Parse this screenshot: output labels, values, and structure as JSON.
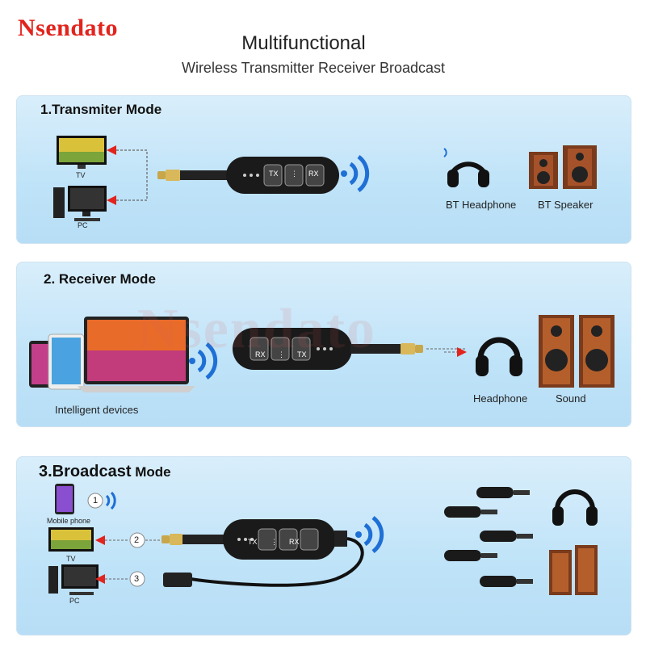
{
  "brand": "Nsendato",
  "header": {
    "title": "Multifunctional",
    "subtitle": "Wireless Transmitter Receiver Broadcast"
  },
  "watermark": "Nsendato",
  "modes": [
    {
      "title": "1.Transmiter Mode",
      "sources": [
        "TV",
        "PC"
      ],
      "targets": [
        "BT Headphone",
        "BT Speaker"
      ]
    },
    {
      "title": "2. Receiver Mode",
      "sources": [
        "Intelligent devices"
      ],
      "targets": [
        "Headphone",
        "Sound"
      ]
    },
    {
      "title_main": "3.Broadcast",
      "title_suffix": " Mode",
      "sources": [
        "Mobile phone",
        "TV",
        "PC"
      ],
      "steps": [
        "1",
        "2",
        "3"
      ]
    }
  ],
  "device_buttons": {
    "rx": "RX",
    "tx": "TX",
    "mid": "⋮"
  },
  "colors": {
    "accent_red": "#e2241d",
    "wave_blue": "#1e6fd6",
    "panel_blue": "#bfe3f8"
  }
}
